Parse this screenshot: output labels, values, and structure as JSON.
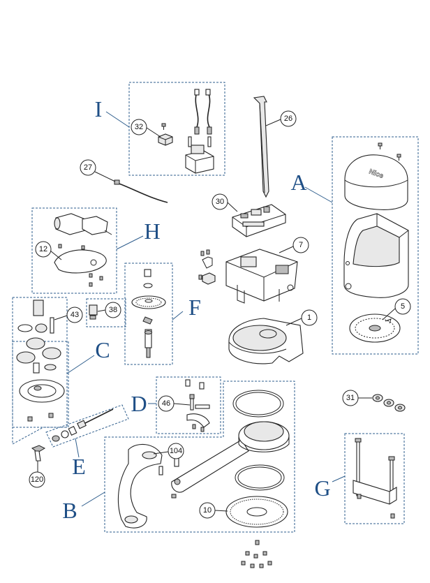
{
  "groups": {
    "A": "A",
    "B": "B",
    "C": "C",
    "D": "D",
    "E": "E",
    "F": "F",
    "G": "G",
    "H": "H",
    "I": "I"
  },
  "callouts": {
    "p1": "1",
    "p5": "5",
    "p7": "7",
    "p10": "10",
    "p12": "12",
    "p26": "26",
    "p27": "27",
    "p30": "30",
    "p31": "31",
    "p32": "32",
    "p38": "38",
    "p43": "43",
    "p46": "46",
    "p104": "104",
    "p120": "120"
  },
  "cover_brand": "Nice",
  "colors": {
    "group_accent": "#1f4f86",
    "dash_line": "#2e5d8c"
  }
}
